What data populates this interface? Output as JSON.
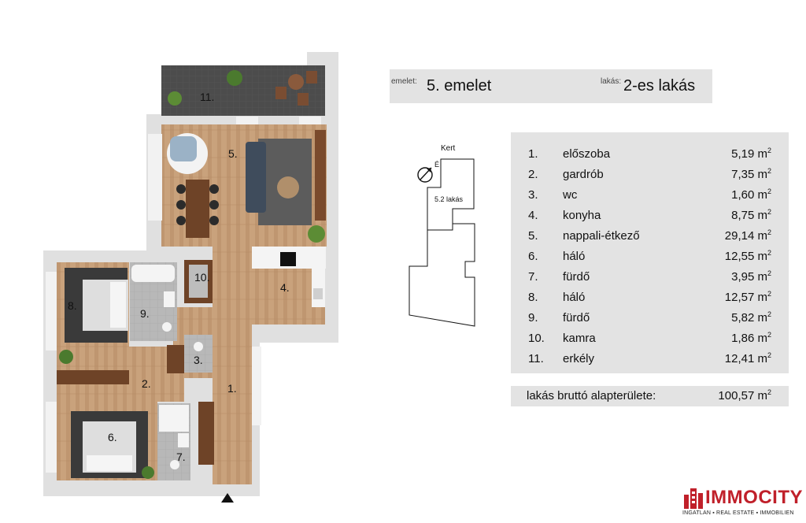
{
  "header": {
    "floor_label": "emelet:",
    "floor_value": "5. emelet",
    "unit_label": "lakás:",
    "unit_value": "2-es lakás"
  },
  "rooms": [
    {
      "num": "1.",
      "name": "előszoba",
      "area": "5,19",
      "unit": "m",
      "exp": "2"
    },
    {
      "num": "2.",
      "name": "gardrób",
      "area": "7,35",
      "unit": "m",
      "exp": "2"
    },
    {
      "num": "3.",
      "name": "wc",
      "area": "1,60",
      "unit": "m",
      "exp": "2"
    },
    {
      "num": "4.",
      "name": "konyha",
      "area": "8,75",
      "unit": "m",
      "exp": "2"
    },
    {
      "num": "5.",
      "name": "nappali-étkező",
      "area": "29,14",
      "unit": "m",
      "exp": "2"
    },
    {
      "num": "6.",
      "name": "háló",
      "area": "12,55",
      "unit": "m",
      "exp": "2"
    },
    {
      "num": "7.",
      "name": "fürdő",
      "area": "3,95",
      "unit": "m",
      "exp": "2"
    },
    {
      "num": "8.",
      "name": "háló",
      "area": "12,57",
      "unit": "m",
      "exp": "2"
    },
    {
      "num": "9.",
      "name": "fürdő",
      "area": "5,82",
      "unit": "m",
      "exp": "2"
    },
    {
      "num": "10.",
      "name": "kamra",
      "area": "1,86",
      "unit": "m",
      "exp": "2"
    },
    {
      "num": "11.",
      "name": "erkély",
      "area": "12,41",
      "unit": "m",
      "exp": "2"
    }
  ],
  "total": {
    "label": "lakás bruttó alapterülete:",
    "area": "100,57",
    "unit": "m",
    "exp": "2"
  },
  "orientation": {
    "garden_label": "Kert",
    "north_label": "É",
    "unit_label": "5.2 lakás"
  },
  "plan_labels": [
    "1.",
    "2.",
    "3.",
    "4.",
    "5.",
    "6.",
    "7.",
    "8.",
    "9.",
    "10.",
    "11."
  ],
  "logo": {
    "name": "IMMOCITY",
    "tagline": "INGATLAN ▪ REAL ESTATE ▪ IMMOBILIEN"
  },
  "colors": {
    "panel_bg": "#e3e3e3",
    "brand_red": "#c0202a",
    "floor_wood": "#c9a27c",
    "balcony": "#4a4a4a"
  }
}
